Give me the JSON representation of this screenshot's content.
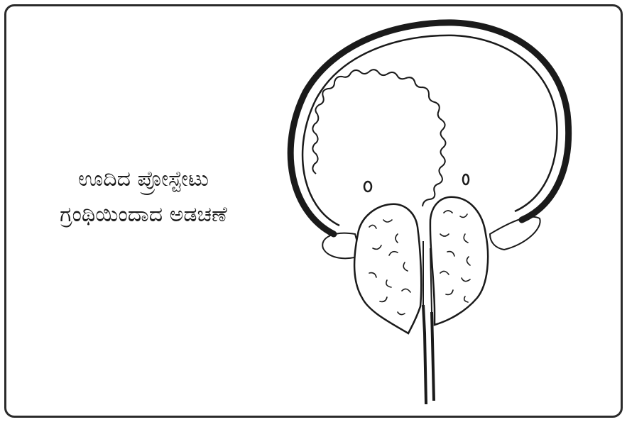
{
  "caption": {
    "line1": "ಊದಿದ ಪ್ರೋಸ್ಟೇಟು",
    "line2": "ಗ್ರಂಥಿಯಿಂದಾದ ಅಡಚಣೆ"
  },
  "colors": {
    "ink": "#1a1a1a",
    "background": "#ffffff"
  },
  "icons": {
    "illustration": "bladder-prostate-drawing"
  }
}
